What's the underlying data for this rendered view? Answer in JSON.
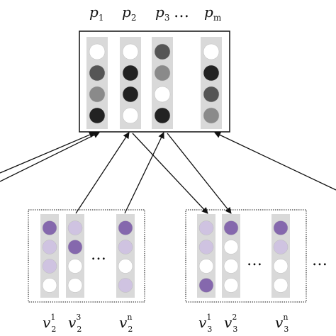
{
  "prototypes": {
    "labels": [
      {
        "base": "p",
        "sub": "1"
      },
      {
        "base": "p",
        "sub": "2"
      },
      {
        "base": "p",
        "sub": "3"
      },
      {
        "base": "p",
        "sub": "m"
      }
    ],
    "ellipsis": "…",
    "columns": [
      [
        "#ffffff",
        "#555555",
        "#8a8a8a",
        "#222222"
      ],
      [
        "#ffffff",
        "#222222",
        "#222222",
        "#ffffff"
      ],
      [
        "#555555",
        "#8a8a8a",
        "#ffffff",
        "#222222"
      ],
      [
        "#ffffff",
        "#222222",
        "#555555",
        "#8a8a8a"
      ]
    ]
  },
  "group_left": {
    "labels": [
      {
        "base": "v",
        "sub": "2",
        "sup": "1"
      },
      {
        "base": "v",
        "sub": "2",
        "sup": "3"
      },
      {
        "base": "v",
        "sub": "2",
        "sup": "n"
      }
    ],
    "ellipsis": "…",
    "columns": [
      [
        "#8568ad",
        "#cfc3e1",
        "#cfc3e1",
        "#ffffff"
      ],
      [
        "#cfc3e1",
        "#8568ad",
        "#ffffff",
        "#ffffff"
      ],
      [
        "#8568ad",
        "#cfc3e1",
        "#ffffff",
        "#cfc3e1"
      ]
    ]
  },
  "group_right": {
    "labels": [
      {
        "base": "v",
        "sub": "3",
        "sup": "1"
      },
      {
        "base": "v",
        "sub": "3",
        "sup": "2"
      },
      {
        "base": "v",
        "sub": "3",
        "sup": "n"
      }
    ],
    "ellipsis": "…",
    "ellipsis_outside": "…",
    "columns": [
      [
        "#cfc3e1",
        "#cfc3e1",
        "#ffffff",
        "#8568ad"
      ],
      [
        "#8568ad",
        "#ffffff",
        "#ffffff",
        "#ffffff"
      ],
      [
        "#8568ad",
        "#cfc3e1",
        "#ffffff",
        "#ffffff"
      ]
    ]
  },
  "colors": {
    "column_bg": "#d9d9d9",
    "stroke": "#111111"
  }
}
